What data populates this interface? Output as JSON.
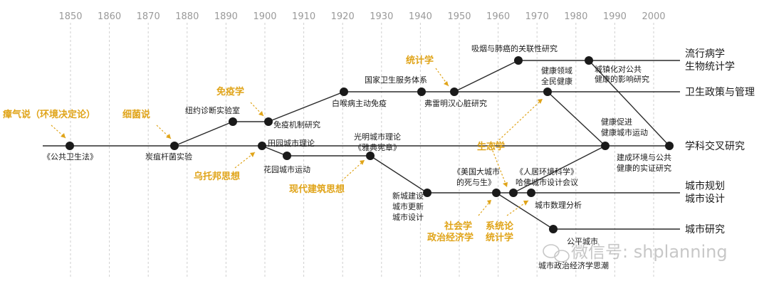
{
  "years": [
    "1850",
    "1860",
    "1870",
    "1880",
    "1890",
    "1900",
    "1910",
    "1920",
    "1930",
    "1940",
    "1950",
    "1960",
    "1970",
    "1980",
    "1990",
    "2000"
  ],
  "colors": {
    "line": "#2b2b2b",
    "gold": "#e0a419",
    "year": "#9a9a9a",
    "text": "#1a1a1a"
  },
  "events": [
    {
      "key": "gongwei",
      "text": "《公共卫生法》"
    },
    {
      "key": "tanju",
      "text": "炭疽杆菌实验"
    },
    {
      "key": "niuyue",
      "text": "纽约诊断实验室"
    },
    {
      "key": "mianyi_jizhi",
      "text": "免疫机制研究"
    },
    {
      "key": "baihou",
      "text": "白喉病主动免疫"
    },
    {
      "key": "guojia",
      "text": "国家卫生服务体系"
    },
    {
      "key": "fulei",
      "text": "弗雷明汉心脏研究"
    },
    {
      "key": "xiyan",
      "text": "吸烟与肺癌的关联性研究"
    },
    {
      "key": "jiankang1",
      "text": "健康领域"
    },
    {
      "key": "jiankang2",
      "text": "全民健康"
    },
    {
      "key": "chengzhen1",
      "text": "城镇化对公共"
    },
    {
      "key": "chengzhen2",
      "text": "健康的影响研究"
    },
    {
      "key": "tianyuan_l",
      "text": "田园城市理论"
    },
    {
      "key": "huayuan",
      "text": "花园城市运动"
    },
    {
      "key": "guangming1",
      "text": "光明城市理论"
    },
    {
      "key": "guangming2",
      "text": "《雅典宪章》"
    },
    {
      "key": "xincheng1",
      "text": "新城建设"
    },
    {
      "key": "xincheng2",
      "text": "城市更新"
    },
    {
      "key": "xincheng3",
      "text": "城市设计"
    },
    {
      "key": "meiguo1",
      "text": "《美国大城市"
    },
    {
      "key": "meiguo2",
      "text": "的死与生》"
    },
    {
      "key": "renju1",
      "text": "《人居环境科学》"
    },
    {
      "key": "renju2",
      "text": "哈佛城市设计会议"
    },
    {
      "key": "shuju",
      "text": "城市数理分析"
    },
    {
      "key": "cujin1",
      "text": "健康促进"
    },
    {
      "key": "cujin2",
      "text": "健康城市运动"
    },
    {
      "key": "jiancheng1",
      "text": "建成环境与公共"
    },
    {
      "key": "jiancheng2",
      "text": "健康的实证研究"
    },
    {
      "key": "gongping",
      "text": "公平城市"
    },
    {
      "key": "zhengzhi",
      "text": "城市政治经济学思潮"
    }
  ],
  "influences": [
    {
      "key": "zhangqi",
      "text": "瘴气说（环境决定论）"
    },
    {
      "key": "xijun",
      "text": "细菌说"
    },
    {
      "key": "mianyixue",
      "text": "免疫学"
    },
    {
      "key": "wutuobang",
      "text": "乌托邦思想"
    },
    {
      "key": "xiandai",
      "text": "现代建筑思想"
    },
    {
      "key": "tongji",
      "text": "统计学"
    },
    {
      "key": "shengtai",
      "text": "生态学"
    },
    {
      "key": "shehui1",
      "text": "社会学"
    },
    {
      "key": "shehui2",
      "text": "政治经济学"
    },
    {
      "key": "xitong1",
      "text": "系统论"
    },
    {
      "key": "xitong2",
      "text": "统计学"
    }
  ],
  "outcomes": [
    {
      "key": "liuxing1",
      "text": "流行病学"
    },
    {
      "key": "liuxing2",
      "text": "生物统计学"
    },
    {
      "key": "weisheng",
      "text": "卫生政策与管理"
    },
    {
      "key": "xueke",
      "text": "学科交叉研究"
    },
    {
      "key": "guihua1",
      "text": "城市规划"
    },
    {
      "key": "guihua2",
      "text": "城市设计"
    },
    {
      "key": "yanjiu",
      "text": "城市研究"
    }
  ],
  "watermark": "微信号: shplanning"
}
